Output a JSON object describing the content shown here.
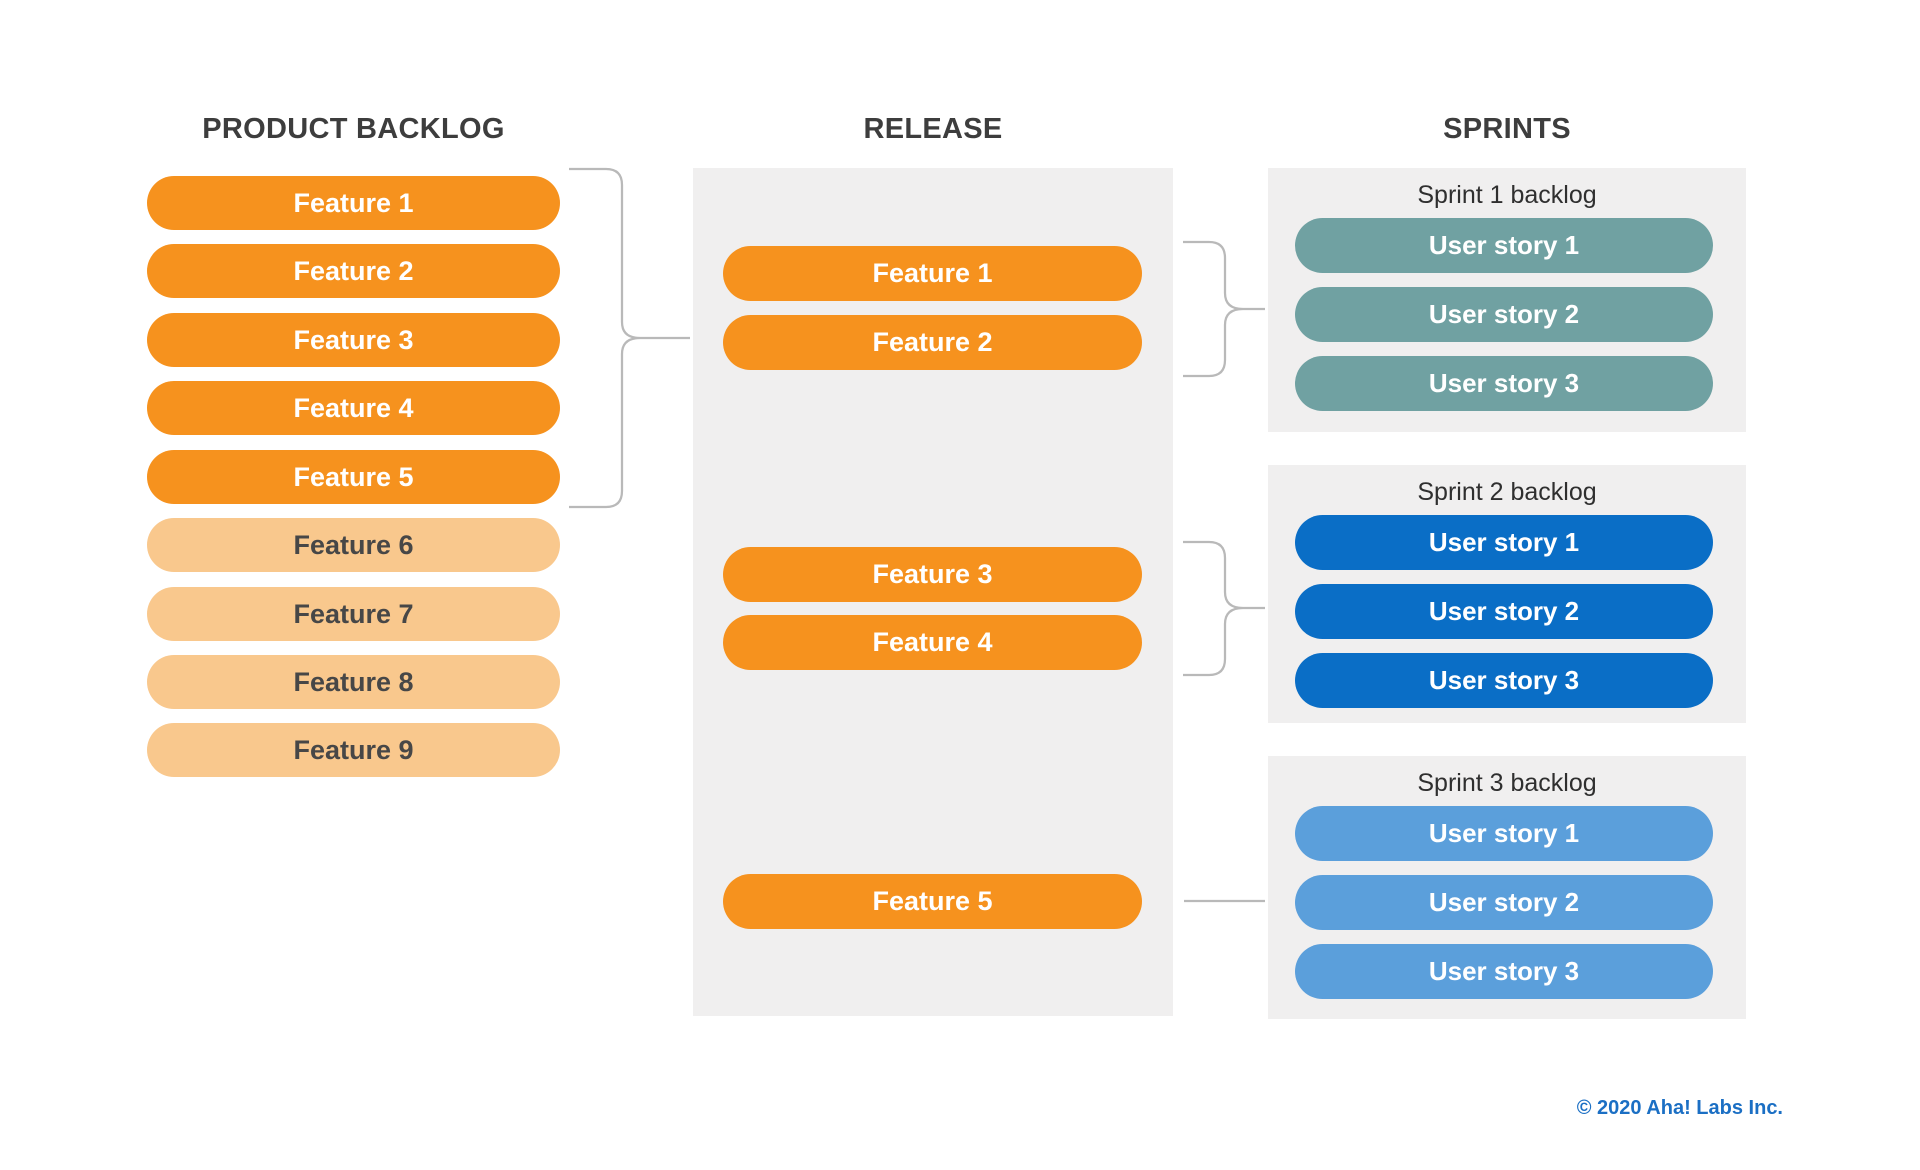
{
  "headers": {
    "product_backlog": "PRODUCT BACKLOG",
    "release": "RELEASE",
    "sprints": "SPRINTS"
  },
  "product_backlog": {
    "features": [
      {
        "label": "Feature 1",
        "variant": "dark"
      },
      {
        "label": "Feature 2",
        "variant": "dark"
      },
      {
        "label": "Feature 3",
        "variant": "dark"
      },
      {
        "label": "Feature 4",
        "variant": "dark"
      },
      {
        "label": "Feature 5",
        "variant": "dark"
      },
      {
        "label": "Feature 6",
        "variant": "light"
      },
      {
        "label": "Feature 7",
        "variant": "light"
      },
      {
        "label": "Feature 8",
        "variant": "light"
      },
      {
        "label": "Feature 9",
        "variant": "light"
      }
    ]
  },
  "release": {
    "features": [
      {
        "label": "Feature 1"
      },
      {
        "label": "Feature 2"
      },
      {
        "label": "Feature 3"
      },
      {
        "label": "Feature 4"
      },
      {
        "label": "Feature 5"
      }
    ]
  },
  "sprints": [
    {
      "title": "Sprint 1 backlog",
      "pill_color": "#70a1a2",
      "stories": [
        "User story 1",
        "User story 2",
        "User story 3"
      ]
    },
    {
      "title": "Sprint 2 backlog",
      "pill_color": "#0a6ec6",
      "stories": [
        "User story 1",
        "User story 2",
        "User story 3"
      ]
    },
    {
      "title": "Sprint 3 backlog",
      "pill_color": "#5b9fdb",
      "stories": [
        "User story 1",
        "User story 2",
        "User story 3"
      ]
    }
  ],
  "footer": {
    "copyright": "© 2020 Aha! Labs Inc."
  },
  "colors": {
    "background": "#ffffff",
    "feature_dark": "#f6921e",
    "feature_light": "#f9c88d",
    "sprint1_pill": "#70a1a2",
    "sprint2_pill": "#0a6ec6",
    "sprint3_pill": "#5b9fdb",
    "panel_bg": "#f0efef",
    "heading_text": "#3d3d3d",
    "pill_light_text": "#474747",
    "connector": "#b9b9b9",
    "copyright_blue": "#1b6fc4"
  }
}
